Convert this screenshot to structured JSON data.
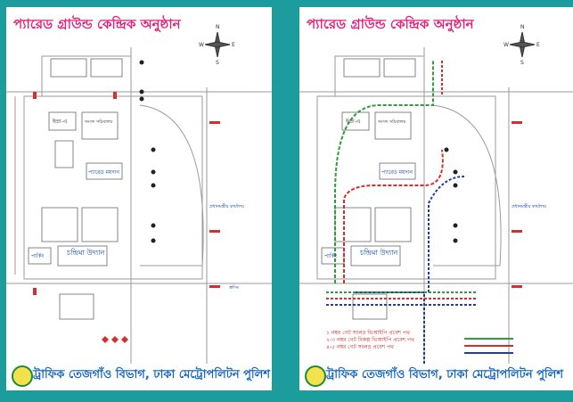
{
  "title": "প্যারেড গ্রাউন্ড কেন্দ্রিক অনুষ্ঠান",
  "footer": "ট্রাফিক তেজগাঁও বিভাগ, ঢাকা মেট্রোপলিটন পুলিশ",
  "compass": {
    "n": "N",
    "s": "S",
    "e": "E",
    "w": "W"
  },
  "places": {
    "park": "চন্দ্রিমা উদ্যান",
    "parking": "পার্কিং",
    "pm_office": "প্রধানমন্ত্রীর কার্যালয়",
    "parade_ground": "প্যারেড ময়দান",
    "ext": "ইন্দ্রা-এ",
    "building": "সংসদ সচিবালয়",
    "crossing": "ক্রসিং"
  },
  "legend": [
    "১ নম্বর গেট সংলগ্ন ভিআইপি প্রবেশ পথ",
    "২-৩ নম্বর গেট বিকল্প ভিআইপি প্রবেশ পথ",
    "৪-৫ নম্বর গেট সংলগ্ন প্রবেশ পথ"
  ],
  "colors": {
    "background": "#1c9c9c",
    "title": "#e91e79",
    "footer": "#1565c0",
    "route_green": "#2e9d3a",
    "route_red": "#d32f2f",
    "route_blue": "#1f3f9e"
  }
}
